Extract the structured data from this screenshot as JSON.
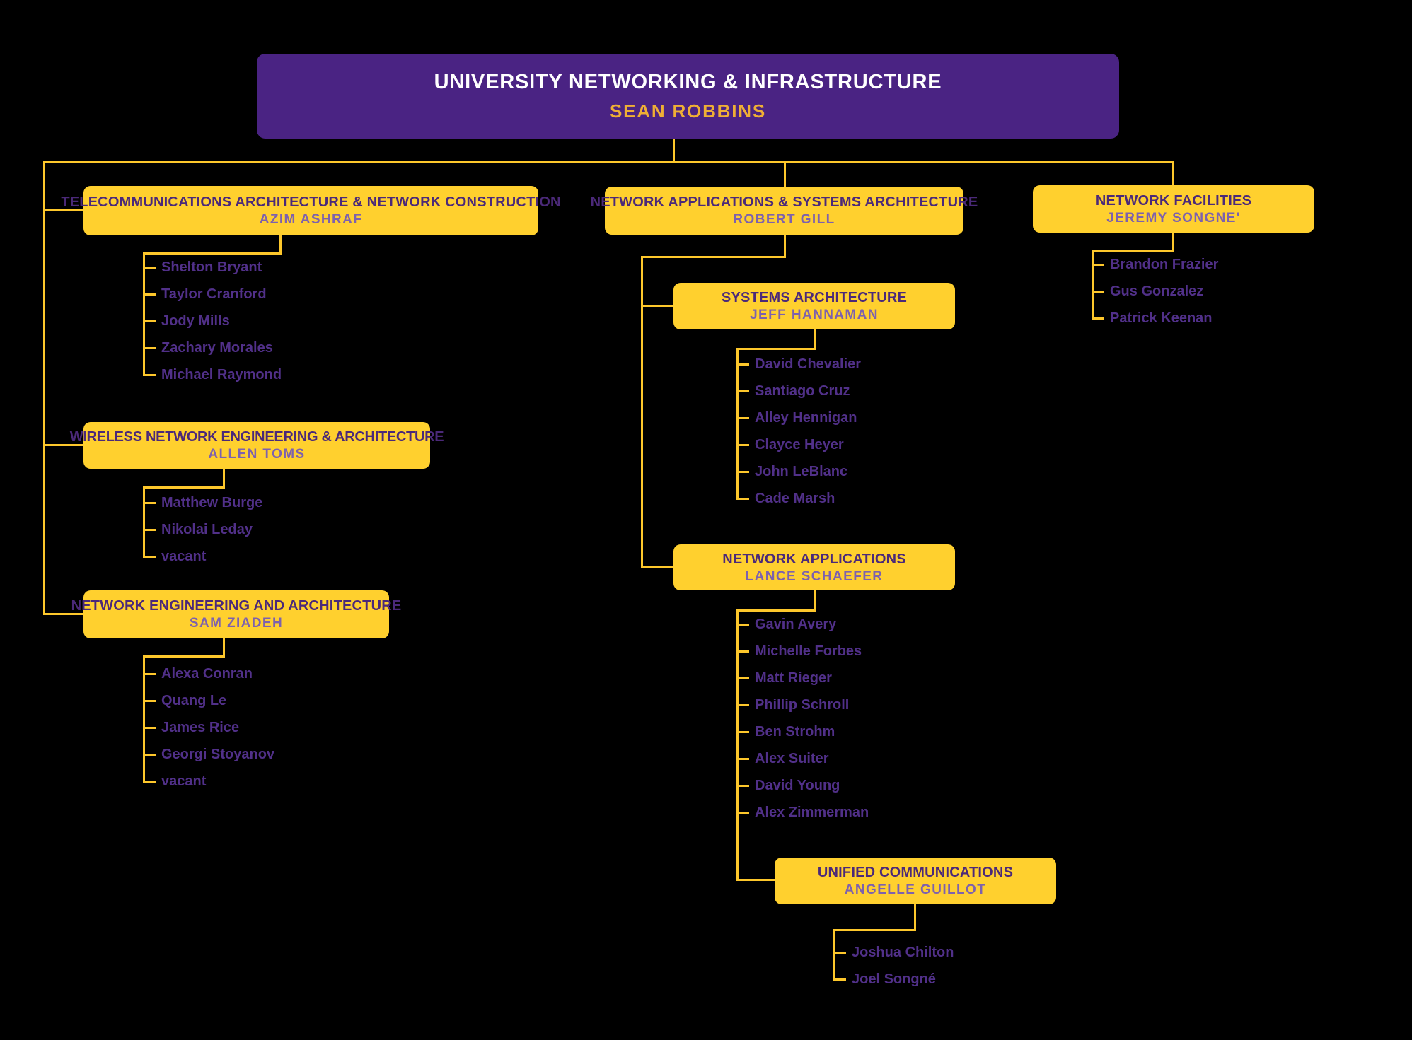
{
  "root": {
    "title": "UNIVERSITY NETWORKING & INFRASTRUCTURE",
    "manager": "SEAN ROBBINS"
  },
  "departments": [
    {
      "title": "TELECOMMUNICATIONS ARCHITECTURE & NETWORK CONSTRUCTION",
      "manager": "AZIM ASHRAF",
      "members": [
        "Shelton Bryant",
        "Taylor Cranford",
        "Jody Mills",
        "Zachary Morales",
        "Michael Raymond"
      ]
    },
    {
      "title": "WIRELESS NETWORK ENGINEERING & ARCHITECTURE",
      "manager": "ALLEN TOMS",
      "members": [
        "Matthew Burge",
        "Nikolai Leday",
        "vacant"
      ]
    },
    {
      "title": "NETWORK ENGINEERING AND ARCHITECTURE",
      "manager": "SAM ZIADEH",
      "members": [
        "Alexa Conran",
        "Quang Le",
        "James Rice",
        "Georgi Stoyanov",
        "vacant"
      ]
    },
    {
      "title": "NETWORK APPLICATIONS & SYSTEMS ARCHITECTURE",
      "manager": "ROBERT GILL",
      "members": []
    },
    {
      "title": "SYSTEMS ARCHITECTURE",
      "manager": "JEFF HANNAMAN",
      "members": [
        "David Chevalier",
        "Santiago Cruz",
        "Alley Hennigan",
        "Clayce Heyer",
        "John LeBlanc",
        "Cade Marsh"
      ]
    },
    {
      "title": "NETWORK APPLICATIONS",
      "manager": "LANCE SCHAEFER",
      "members": [
        "Gavin Avery",
        "Michelle Forbes",
        "Matt Rieger",
        "Phillip Schroll",
        "Ben Strohm",
        "Alex Suiter",
        "David Young",
        "Alex Zimmerman"
      ]
    },
    {
      "title": "UNIFIED COMMUNICATIONS",
      "manager": "ANGELLE GUILLOT",
      "members": [
        "Joshua Chilton",
        "Joel Songné"
      ]
    },
    {
      "title": "NETWORK FACILITIES",
      "manager": "JEREMY SONGNE'",
      "members": [
        "Brandon Frazier",
        "Gus Gonzalez",
        "Patrick Keenan"
      ]
    }
  ],
  "colors": {
    "background": "#000000",
    "box_yellow": "#FFD02E",
    "root_purple": "#4A2383",
    "connector_yellow": "#FDC72B",
    "title_purple": "#4B2979",
    "manager_purple": "#7D61AE",
    "member_purple": "#513089",
    "root_title_white": "#FFFFFF",
    "root_manager_gold": "#EFAF35"
  }
}
